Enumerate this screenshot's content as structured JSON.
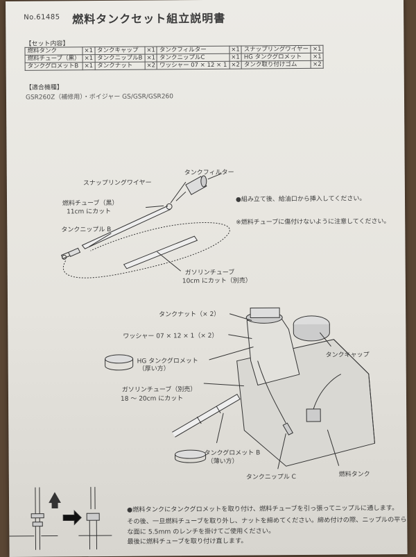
{
  "header": {
    "doc_number": "No.61485",
    "title": "燃料タンクセット組立説明書"
  },
  "set_contents": {
    "heading": "【セット内容】",
    "rows": [
      [
        "燃料タンク",
        "×1",
        "タンクキャップ",
        "×1",
        "タンクフィルター",
        "×1",
        "スナップリングワイヤー",
        "×1"
      ],
      [
        "燃料チューブ（黒）",
        "×1",
        "タンクニップルB",
        "×1",
        "タンクニップルC",
        "×1",
        "HG タンクグロメット",
        "×1"
      ],
      [
        "タンクグロメットB",
        "×1",
        "タンクナット",
        "×2",
        "ワッシャー 07 × 12 × 1",
        "×2",
        "タンク取り付けゴム",
        "×2"
      ]
    ]
  },
  "compatible": {
    "heading": "【適合機種】",
    "models": "GSR260Z（補修用）・ボイジャー GS/GSR/GSR260"
  },
  "notes": {
    "insert": "●組み立て後、給油口から挿入してください。",
    "caution": "※燃料チューブに傷付けないように注意してください。"
  },
  "labels": {
    "tank_filter": "タンクフィルター",
    "snap_ring": "スナップリングワイヤー",
    "fuel_tube_1": "燃料チューブ（黒）",
    "fuel_tube_2": "11cm にカット",
    "nipple_b": "タンクニップル B",
    "gas_tube_1": "ガソリンチューブ",
    "gas_tube_2": "10cm にカット（別売）",
    "tank_nut": "タンクナット（× 2）",
    "washer": "ワッシャー 07 × 12 × 1（× 2）",
    "hg_grommet_1": "HG タンクグロメット",
    "hg_grommet_2": "（厚い方）",
    "gas_tube_b_1": "ガソリンチューブ（別売）",
    "gas_tube_b_2": "18 ～ 20cm にカット",
    "tank_cap": "タンクキャップ",
    "grommet_b_1": "タンクグロメット B",
    "grommet_b_2": "（薄い方）",
    "nipple_c": "タンクニップル C",
    "fuel_tank": "燃料タンク"
  },
  "instructions": [
    "●燃料タンクにタンクグロメットを取り付け、燃料チューブを引っ張ってニップルに通します。",
    "その後、一旦燃料チューブを取り外し、ナットを締めてください。締め付けの際、ニップルの平ら",
    "な面に 5.5mm のレンチを掛けてご使用ください。",
    "最後に燃料チューブを取り付け直します。"
  ]
}
